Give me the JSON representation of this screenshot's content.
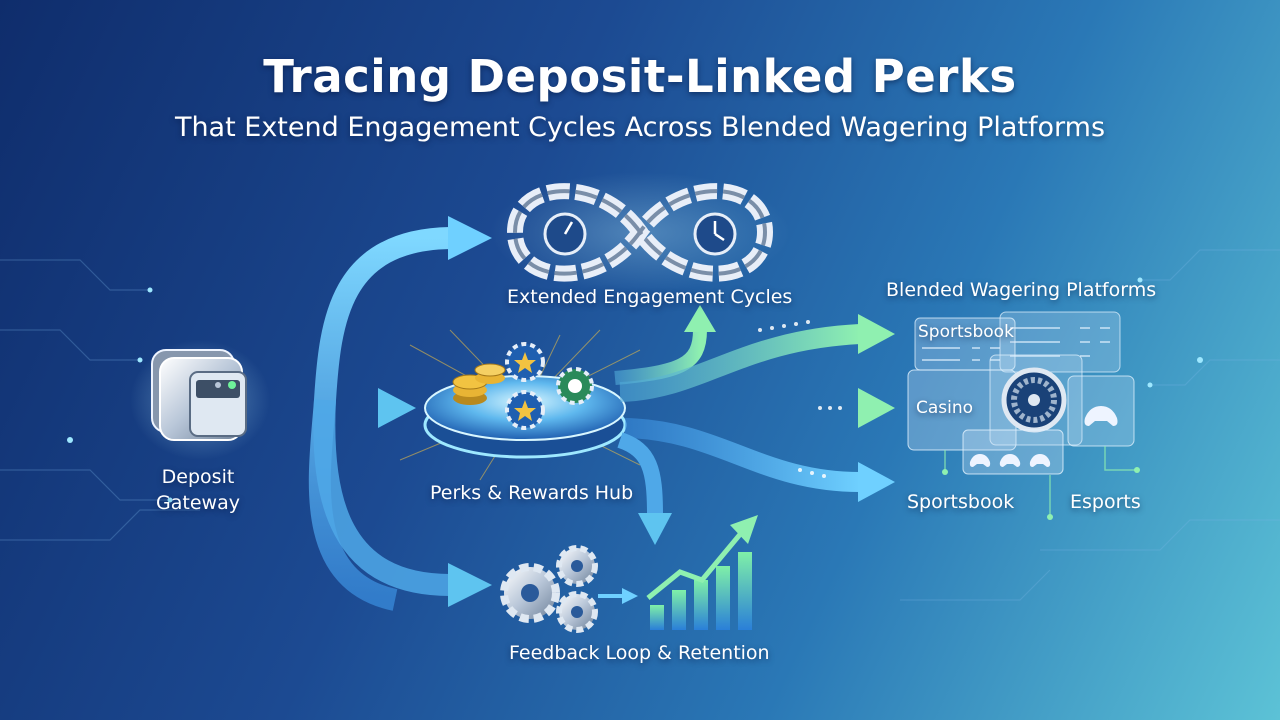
{
  "title": "Tracing Deposit-Linked Perks",
  "subtitle": "That Extend Engagement Cycles Across Blended Wagering Platforms",
  "nodes": {
    "deposit": {
      "line1": "Deposit",
      "line2": "Gateway",
      "icon": "wallet-card-icon"
    },
    "hub": {
      "label": "Perks & Rewards Hub",
      "icon": "coins-chips-icon"
    },
    "engagement": {
      "label": "Extended Engagement Cycles",
      "icon": "infinity-chain-icon"
    },
    "feedback": {
      "label": "Feedback Loop & Retention",
      "icon": "gears-chart-icon"
    },
    "platforms": {
      "label": "Blended Wagering Platforms",
      "panel_sportsbook_top": "Sportsbook",
      "panel_casino": "Casino",
      "label_sportsbook_bottom": "Sportsbook",
      "label_esports": "Esports"
    }
  },
  "colors": {
    "arrow_blue": "#5ec4f0",
    "arrow_green": "#7fe6a8",
    "gold": "#f2c341",
    "glow": "#9ee8ff"
  }
}
